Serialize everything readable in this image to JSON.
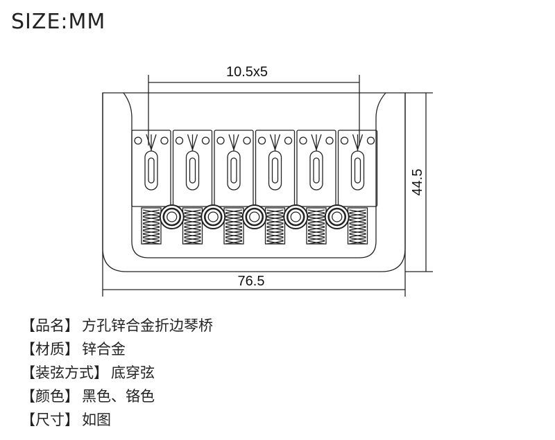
{
  "header": {
    "title": "SIZE:MM"
  },
  "dimensions": {
    "spacing": "10.5x5",
    "height": "44.5",
    "width": "76.5"
  },
  "specs": [
    {
      "label": "品名",
      "value": "方孔锌合金折边琴桥"
    },
    {
      "label": "材质",
      "value": "锌合金"
    },
    {
      "label": "装弦方式",
      "value": "底穿弦"
    },
    {
      "label": "颜色",
      "value": "黑色、铬色"
    },
    {
      "label": "尺寸",
      "value": "如图"
    }
  ],
  "brackets": {
    "open": "【",
    "close": "】"
  },
  "colors": {
    "line": "#222222",
    "background": "#ffffff"
  }
}
